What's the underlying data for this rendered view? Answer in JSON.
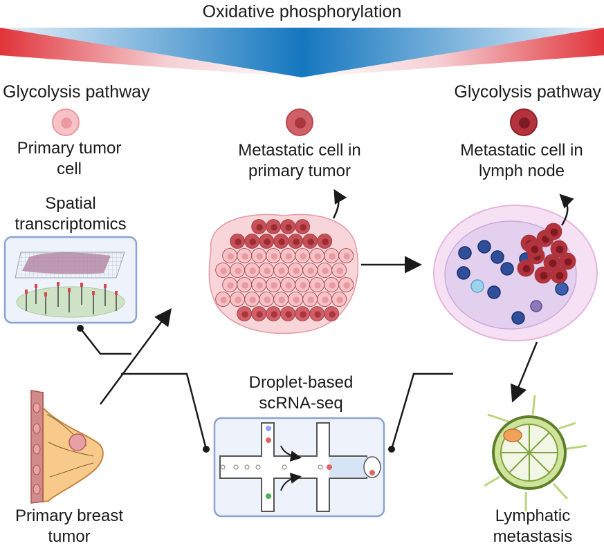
{
  "title": "Oxidative phosphorylation",
  "left_pathway": "Glycolysis pathway",
  "right_pathway": "Glycolysis pathway",
  "cells": {
    "primary_tumor_cell": [
      "Primary tumor",
      "cell"
    ],
    "metastatic_in_primary": [
      "Metastatic cell in",
      "primary tumor"
    ],
    "metastatic_in_lymph": [
      "Metastatic cell in",
      "lymph node"
    ]
  },
  "methods": {
    "spatial": [
      "Spatial",
      "transcriptomics"
    ],
    "scrna": [
      "Droplet-based",
      "scRNA-seq"
    ]
  },
  "samples": {
    "breast": [
      "Primary breast",
      "tumor"
    ],
    "lymphatic": [
      "Lymphatic",
      "metastasis"
    ]
  },
  "colors": {
    "oxphos_blue": "#1577bf",
    "glycolysis_red": "#e0343a",
    "tumor_light": "#f2a9ae",
    "tumor_mid": "#d06068",
    "tumor_dark": "#a92e36",
    "panel_border": "#8aa3cf",
    "panel_fill": "#eef2fa"
  }
}
